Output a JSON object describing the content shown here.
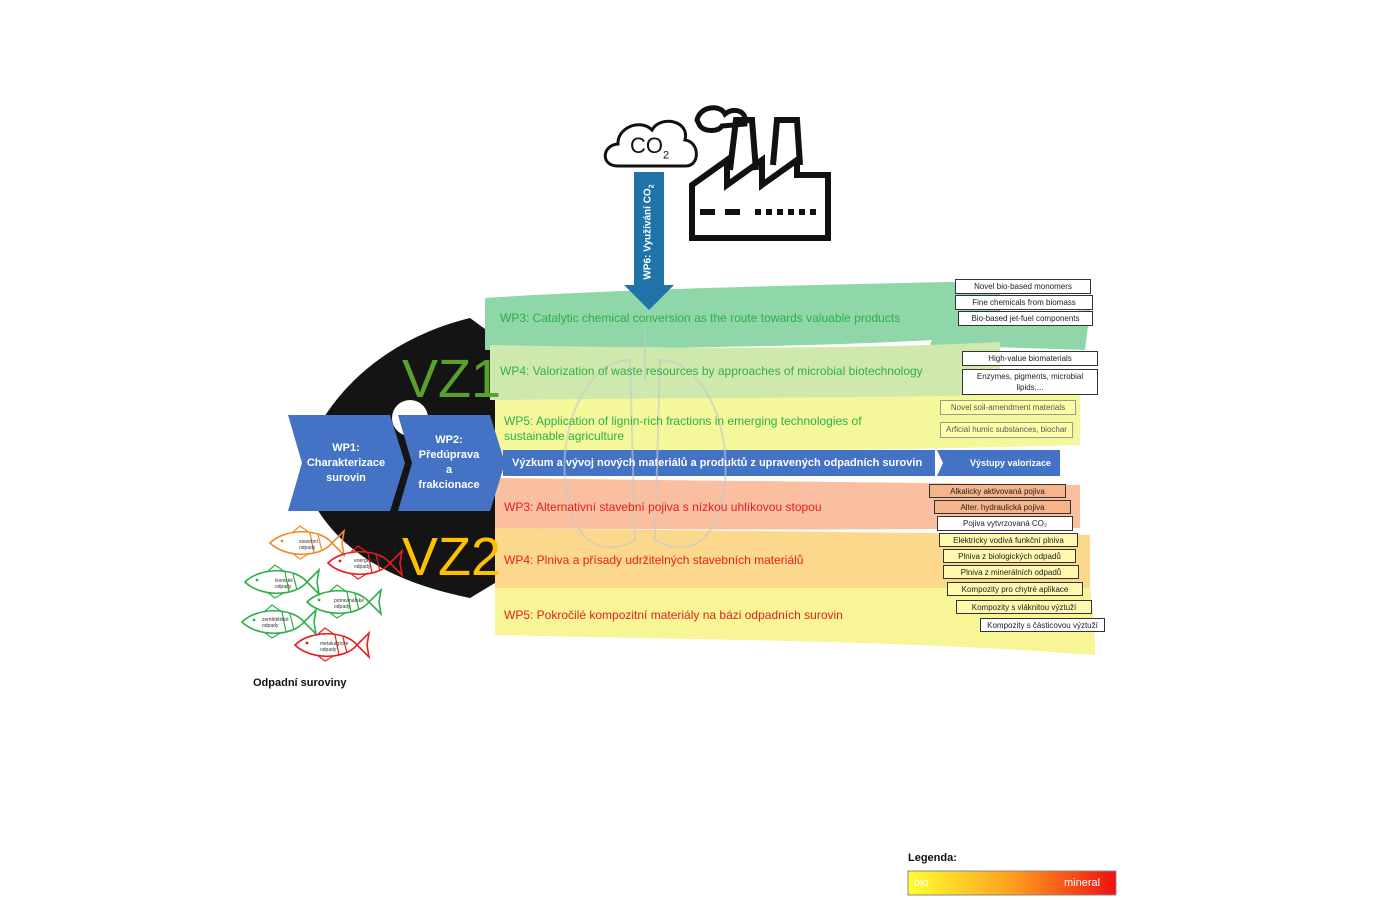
{
  "wp6": {
    "label": "WP6: Využívání CO",
    "sub": "2"
  },
  "co2": {
    "label": "CO",
    "sub": "2"
  },
  "vz": {
    "vz1": "VZ1",
    "vz2": "VZ2"
  },
  "chevrons": [
    {
      "lines": [
        "WP1:",
        "Charakterizace",
        "surovin"
      ]
    },
    {
      "lines": [
        "WP2:",
        "Předúprava",
        "a",
        "frakcionace"
      ]
    }
  ],
  "main_bar": {
    "label": "Výzkum a vývoj nových materiálů a produktů z upravených odpadních surovin",
    "output_label": "Výstupy valorizace"
  },
  "vz1_wps": [
    {
      "label": "WP3: Catalytic chemical conversion as the route towards valuable products",
      "color": "#2eb04a"
    },
    {
      "label": "WP4: Valorization of waste resources by approaches of microbial biotechnology",
      "color": "#2eb04a"
    },
    {
      "label": "WP5: Application of lignin-rich fractions in emerging technologies of",
      "label2": "sustainable agriculture",
      "color": "#2eb04a"
    }
  ],
  "vz2_wps": [
    {
      "label": "WP3: Alternativní stavební pojiva s nízkou uhlíkovou stopou",
      "color": "#e81e1e"
    },
    {
      "label": "WP4: Plniva a přísady udržitelných stavebních materiálů",
      "color": "#e81e1e"
    },
    {
      "label": "WP5: Pokročilé kompozitní materiály na bázi odpadních surovin",
      "color": "#e81e1e"
    }
  ],
  "outputs_vz1": [
    "Novel bio-based monomers",
    "Fine chemicals from biomass",
    "Bio-based jet-fuel components",
    "High-value biomaterials",
    "Enzymes, pigments, microbial lipids,...",
    "Novel soil-amendment materials",
    "Arficial humic substances, biochar"
  ],
  "outputs_vz2": [
    "Alkalicky aktivovaná pojiva",
    "Alter. hydraulická pojiva",
    "Pojiva vytvrzovaná CO₂",
    "Elektricky vodivá funkční plniva",
    "Plniva z biologických odpadů",
    "Plniva z minerálních odpadů",
    "Kompozity pro chytré aplikace",
    "Kompozity s vláknitou výztuží",
    "Kompozity s částicovou výztuží"
  ],
  "fish": [
    {
      "label": "stavební odpady",
      "color": "#f08c28"
    },
    {
      "label": "energetické odpady",
      "color": "#e81e1e"
    },
    {
      "label": "lesnické odpady",
      "color": "#2eb04a"
    },
    {
      "label": "potravinářské odpady",
      "color": "#2eb04a"
    },
    {
      "label": "zemědělské odpady",
      "color": "#2eb04a"
    },
    {
      "label": "metalurgické odpady",
      "color": "#e81e1e"
    }
  ],
  "waste_title": "Odpadní suroviny",
  "legend": {
    "title": "Legenda:",
    "bio": "bio",
    "mineral": "mineral"
  }
}
